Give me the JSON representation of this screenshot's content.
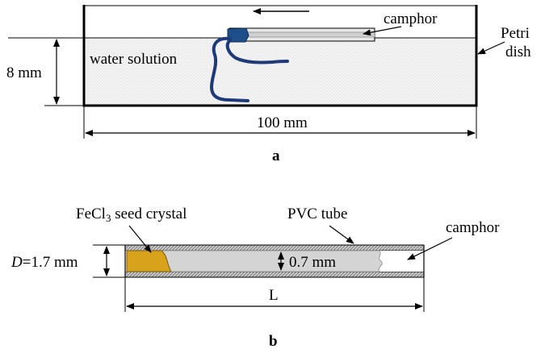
{
  "panel_a": {
    "label": "a",
    "liquid_label": "water solution",
    "camphor_label": "camphor",
    "dish_label_line1": "Petri",
    "dish_label_line2": "dish",
    "depth_label": "8 mm",
    "width_label": "100 mm"
  },
  "panel_b": {
    "label": "b",
    "seed_label": "FeCl",
    "seed_subscript": "3",
    "seed_label_rest": " seed crystal",
    "tube_label": "PVC tube",
    "camphor_label": "camphor",
    "outer_diameter_var": "D",
    "outer_diameter_value": "=1.7 mm",
    "inner_diameter_label": "0.7 mm",
    "length_label": "L"
  },
  "colors": {
    "ink": "#000000",
    "water_fill": "#f2f2f2",
    "trail": "#1f3a78",
    "camphor_block": "#1f4f8a",
    "tube_gray": "#d4d4d4",
    "seed": "#d9a21b"
  }
}
